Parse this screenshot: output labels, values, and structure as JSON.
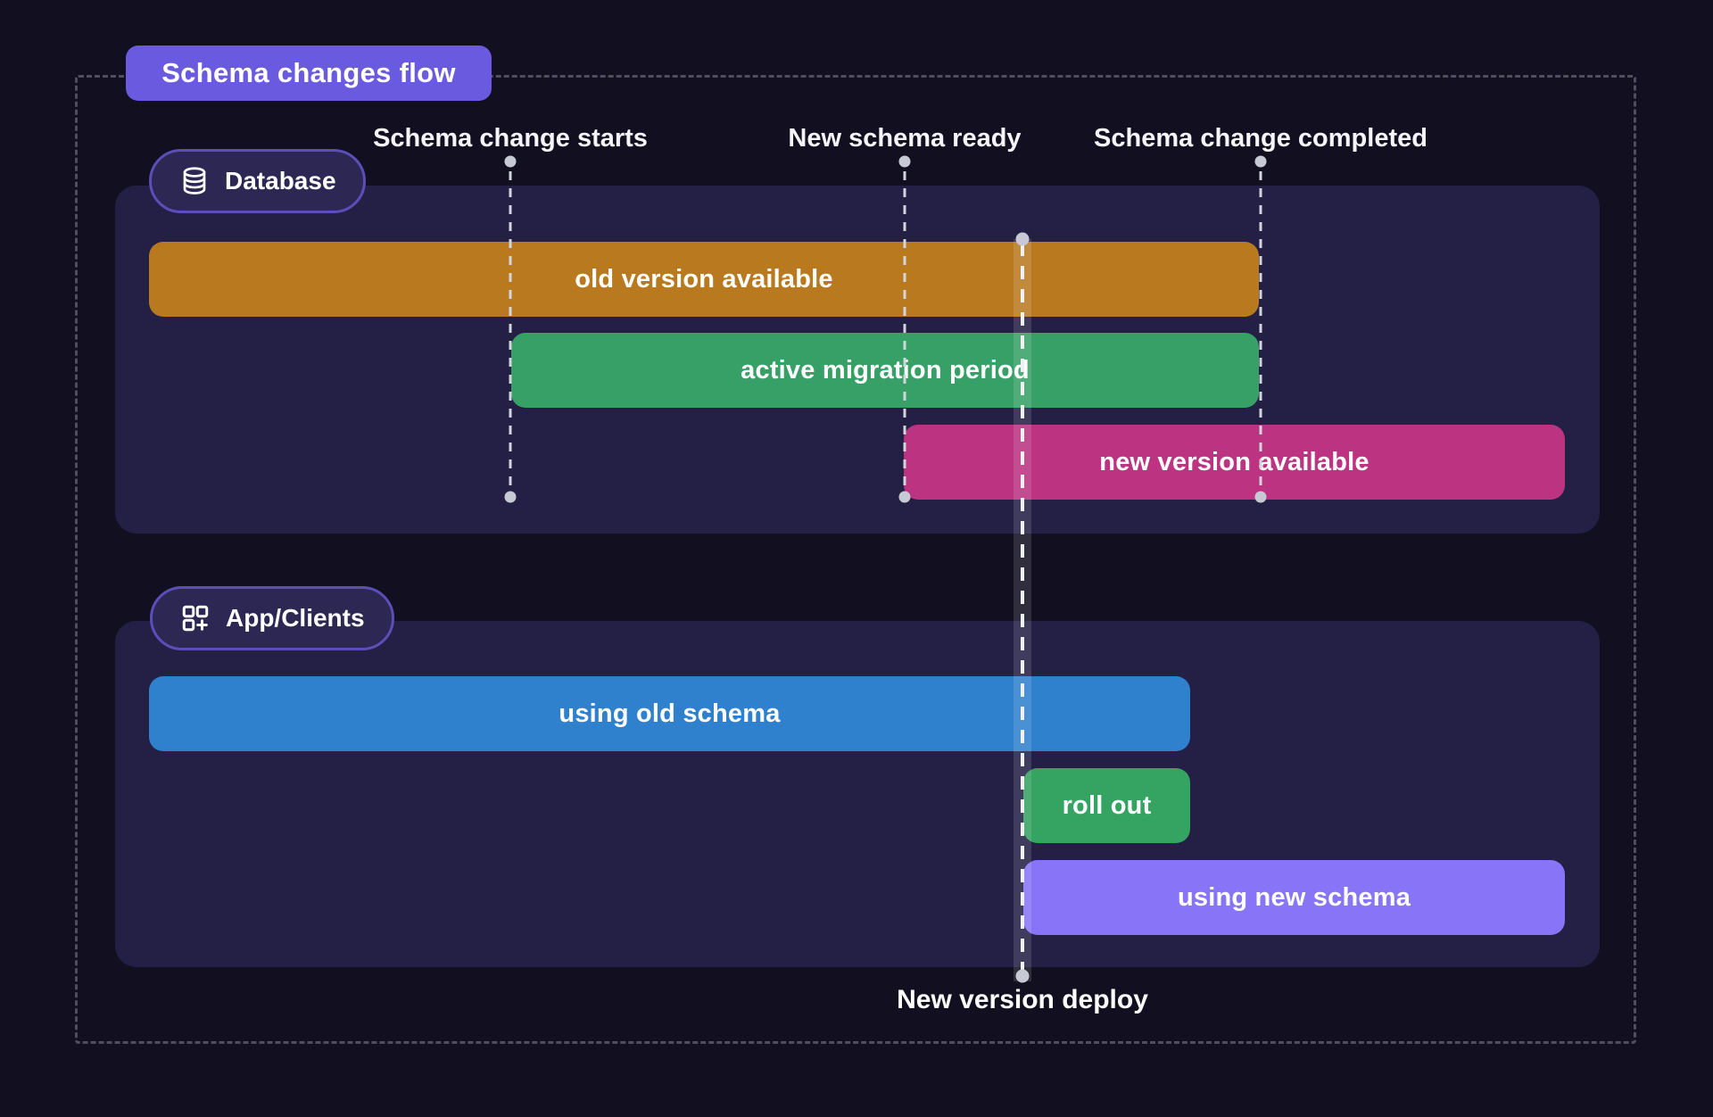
{
  "title_badge": "Schema changes flow",
  "milestones": [
    {
      "label": "Schema change starts"
    },
    {
      "label": "New schema ready"
    },
    {
      "label": "Schema change completed"
    }
  ],
  "deploy_marker": {
    "label": "New version deploy"
  },
  "sections": {
    "database": {
      "label": "Database",
      "icon": "database-icon",
      "bars": {
        "old_version": {
          "label": "old version available",
          "color": "#b8791f"
        },
        "migration": {
          "label": "active migration period",
          "color": "#37a066"
        },
        "new_version": {
          "label": "new version available",
          "color": "#bb3381"
        }
      }
    },
    "app_clients": {
      "label": "App/Clients",
      "icon": "apps-add-icon",
      "bars": {
        "old_schema": {
          "label": "using old schema",
          "color": "#2f81cd"
        },
        "roll_out": {
          "label": "roll out",
          "color": "#35a362"
        },
        "new_schema": {
          "label": "using new schema",
          "color": "#8874f6"
        }
      }
    }
  },
  "colors": {
    "background": "#121020",
    "panel": "#242045",
    "badge": "#6a5ae0",
    "pill_border": "#5d4db8",
    "pill_bg": "#2d2754",
    "dash_frame": "#4f4f5c",
    "milestone_line": "#d3d5dc",
    "milestone_dot": "#c7cad4",
    "deploy_band": "rgba(255,255,255,0.13)"
  }
}
